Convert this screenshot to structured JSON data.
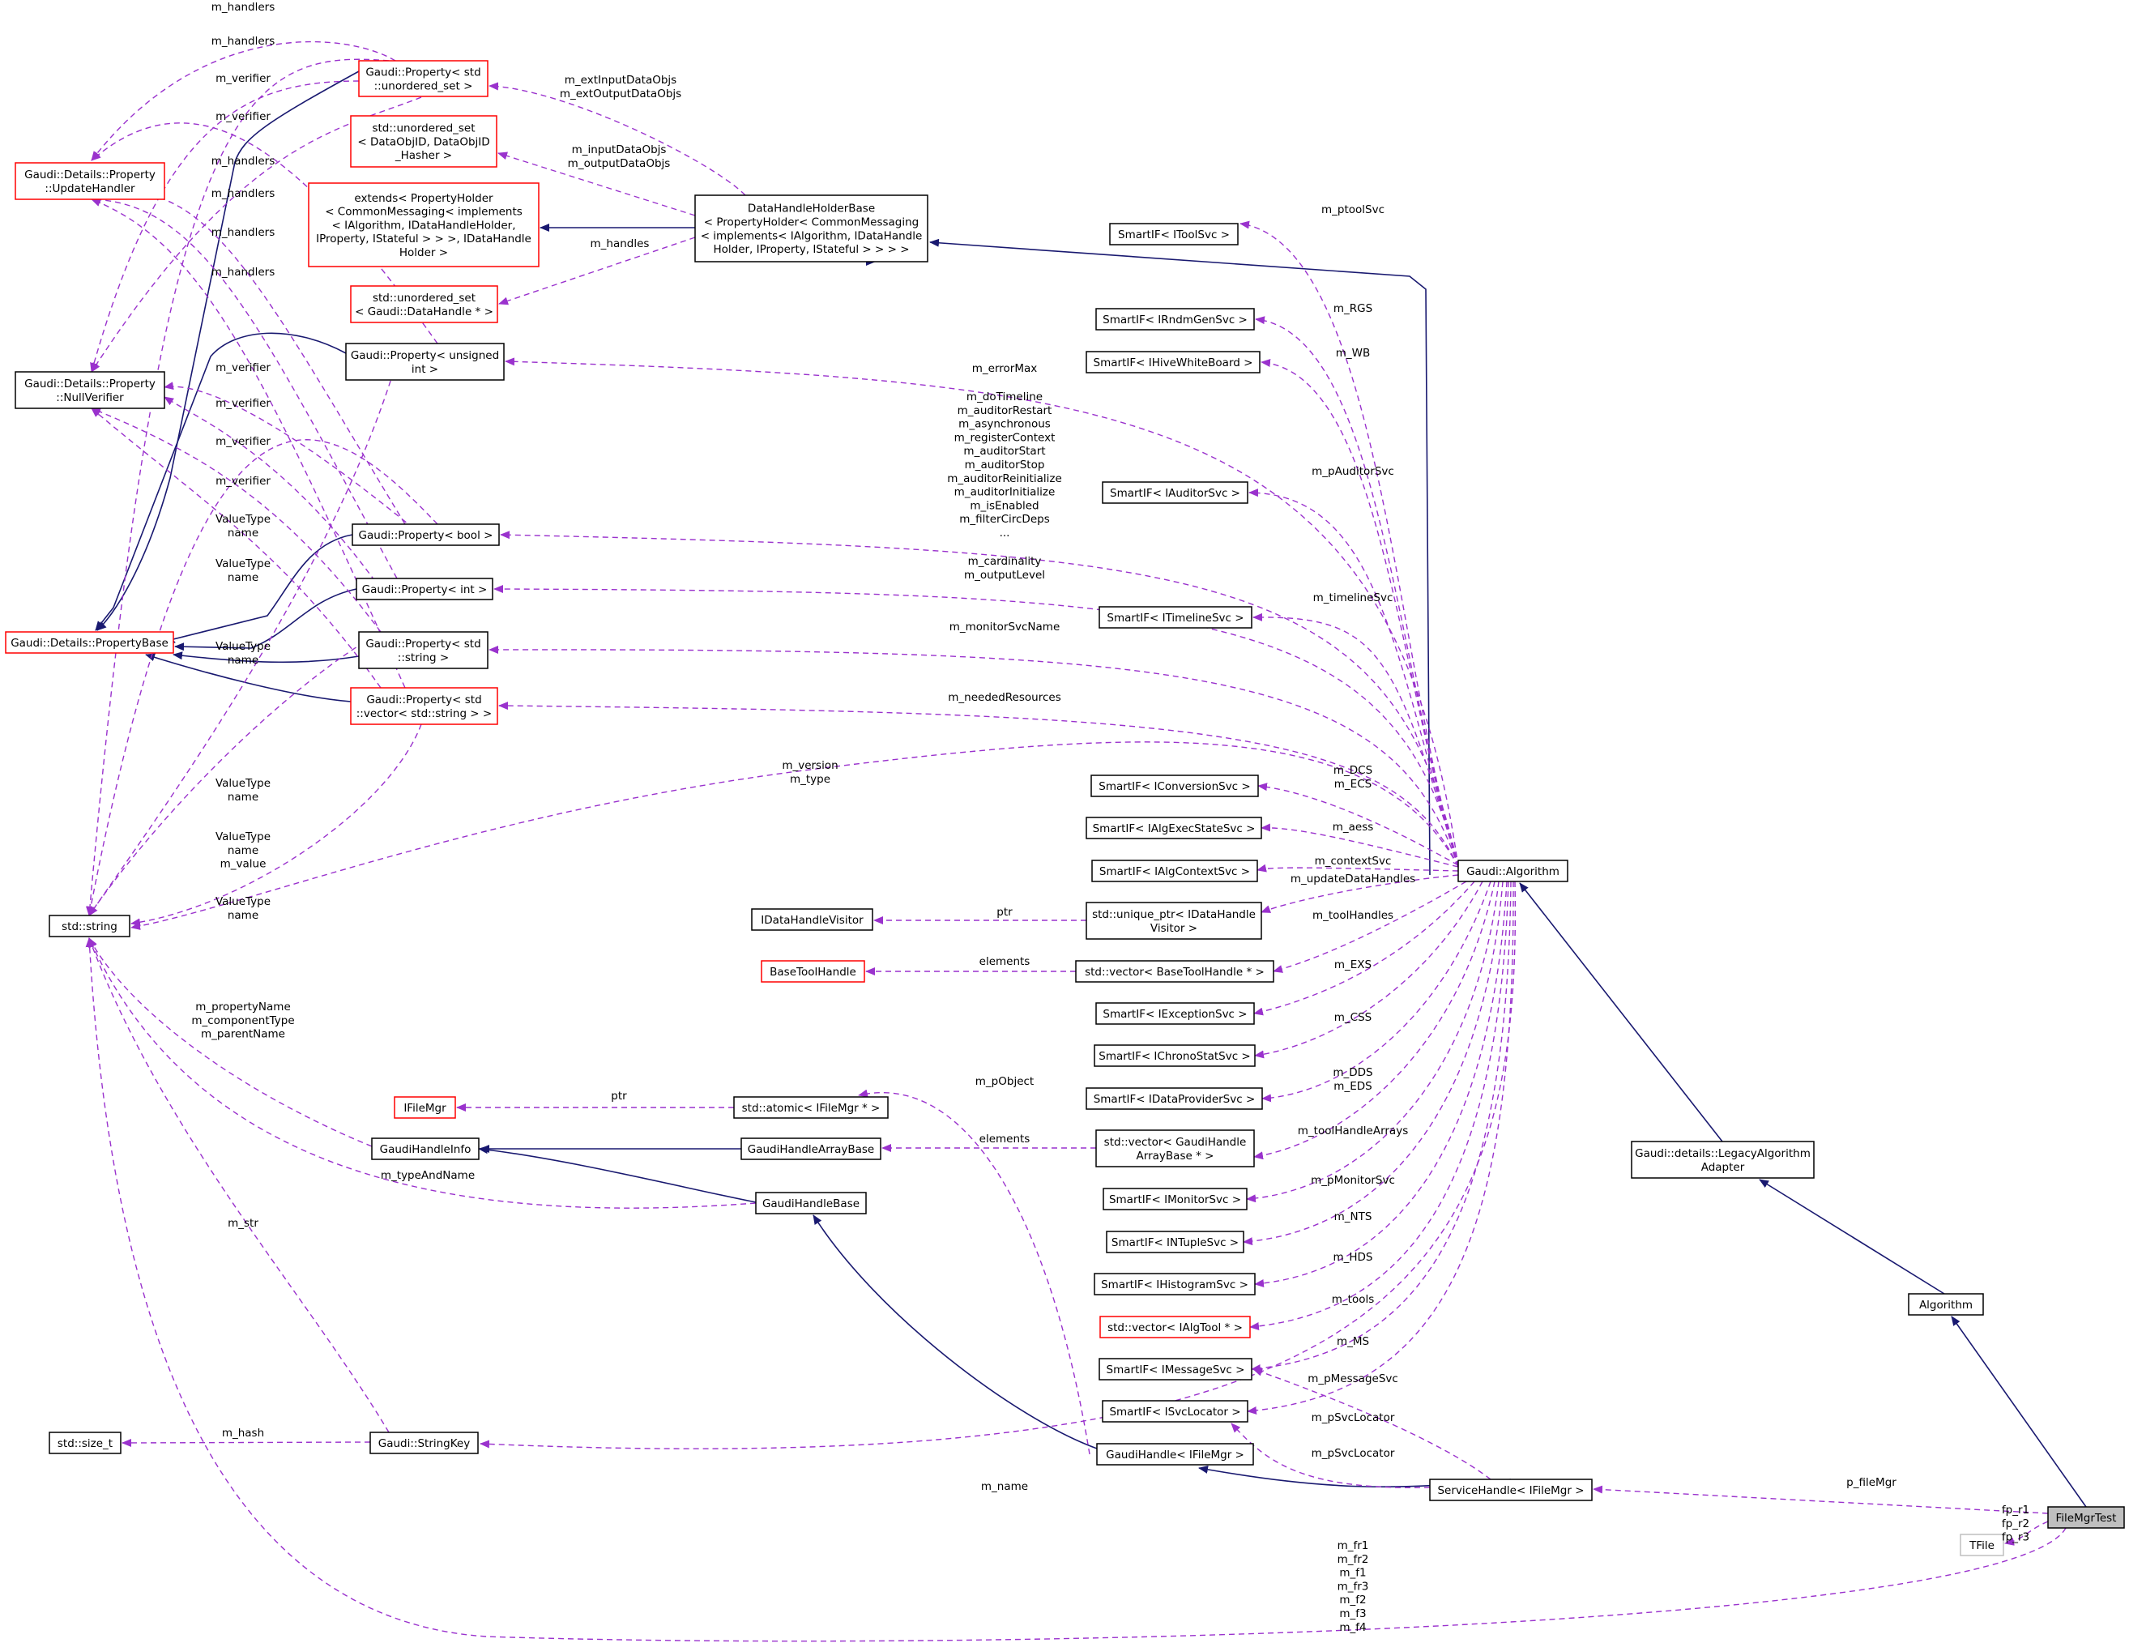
{
  "title": "FileMgrTest collaboration graph",
  "colors": {
    "inherit_edge": "#191970",
    "member_edge": "#9a32cd",
    "box_black": "#000000",
    "box_red": "#ff0000",
    "box_gray": "#bfbfbf",
    "box_fill": "#ffffff",
    "highlight_fill": "#bfbfbf"
  },
  "nodes": {
    "update_handler": {
      "lines": [
        "Gaudi::Details::Property",
        "::UpdateHandler"
      ],
      "border": "red"
    },
    "null_verifier": {
      "lines": [
        "Gaudi::Details::Property",
        "::NullVerifier"
      ],
      "border": "black"
    },
    "property_base": {
      "lines": [
        "Gaudi::Details::PropertyBase"
      ],
      "border": "red"
    },
    "std_string": {
      "lines": [
        "std::string"
      ],
      "border": "black"
    },
    "std_size_t": {
      "lines": [
        "std::size_t"
      ],
      "border": "black"
    },
    "prop_unordered_set": {
      "lines": [
        "Gaudi::Property< std",
        "::unordered_set >"
      ],
      "border": "red"
    },
    "unordered_set_dataobj": {
      "lines": [
        "std::unordered_set",
        "< DataObjID, DataObjID",
        "_Hasher >"
      ],
      "border": "red"
    },
    "extends_propholder": {
      "lines": [
        "extends< PropertyHolder",
        "< CommonMessaging< implements",
        "< IAlgorithm, IDataHandleHolder,",
        " IProperty, IStateful > > >, IDataHandle",
        "Holder >"
      ],
      "border": "red"
    },
    "unordered_set_datahandle": {
      "lines": [
        "std::unordered_set",
        "< Gaudi::DataHandle * >"
      ],
      "border": "red"
    },
    "prop_unsigned": {
      "lines": [
        "Gaudi::Property< unsigned",
        " int >"
      ],
      "border": "black"
    },
    "prop_bool": {
      "lines": [
        "Gaudi::Property< bool >"
      ],
      "border": "black"
    },
    "prop_int": {
      "lines": [
        "Gaudi::Property< int >"
      ],
      "border": "black"
    },
    "prop_string": {
      "lines": [
        "Gaudi::Property< std",
        "::string >"
      ],
      "border": "black"
    },
    "prop_vector_string": {
      "lines": [
        "Gaudi::Property< std",
        "::vector< std::string > >"
      ],
      "border": "red"
    },
    "datahandle_holder_base": {
      "lines": [
        "DataHandleHolderBase",
        "< PropertyHolder< CommonMessaging",
        "< implements< IAlgorithm, IDataHandle",
        "Holder, IProperty, IStateful > > > >"
      ],
      "border": "black"
    },
    "idatahandle_visitor": {
      "lines": [
        "IDataHandleVisitor"
      ],
      "border": "black"
    },
    "base_tool_handle": {
      "lines": [
        "BaseToolHandle"
      ],
      "border": "red"
    },
    "ifilemgr": {
      "lines": [
        "IFileMgr"
      ],
      "border": "red"
    },
    "gaudi_handle_info": {
      "lines": [
        "GaudiHandleInfo"
      ],
      "border": "black"
    },
    "gaudi_handle_array_base": {
      "lines": [
        "GaudiHandleArrayBase"
      ],
      "border": "black"
    },
    "gaudi_handle_base": {
      "lines": [
        "GaudiHandleBase"
      ],
      "border": "black"
    },
    "gaudi_stringkey": {
      "lines": [
        "Gaudi::StringKey"
      ],
      "border": "black"
    },
    "atomic_ifilemgr": {
      "lines": [
        "std::atomic< IFileMgr * >"
      ],
      "border": "black"
    },
    "smartif_itoolsvc": {
      "lines": [
        "SmartIF< IToolSvc >"
      ],
      "border": "black"
    },
    "smartif_irndmgensvc": {
      "lines": [
        "SmartIF< IRndmGenSvc >"
      ],
      "border": "black"
    },
    "smartif_ihivewhiteboard": {
      "lines": [
        "SmartIF< IHiveWhiteBoard >"
      ],
      "border": "black"
    },
    "smartif_iauditorsvc": {
      "lines": [
        "SmartIF< IAuditorSvc >"
      ],
      "border": "black"
    },
    "smartif_itimelinesvc": {
      "lines": [
        "SmartIF< ITimelineSvc >"
      ],
      "border": "black"
    },
    "smartif_iconversionsvc": {
      "lines": [
        "SmartIF< IConversionSvc >"
      ],
      "border": "black"
    },
    "smartif_ialgexecstatesvc": {
      "lines": [
        "SmartIF< IAlgExecStateSvc >"
      ],
      "border": "black"
    },
    "smartif_ialgcontextsvc": {
      "lines": [
        "SmartIF< IAlgContextSvc >"
      ],
      "border": "black"
    },
    "unique_ptr_visitor": {
      "lines": [
        "std::unique_ptr< IDataHandle",
        "Visitor >"
      ],
      "border": "black"
    },
    "vector_basetoolhandle": {
      "lines": [
        "std::vector< BaseToolHandle * >"
      ],
      "border": "black"
    },
    "smartif_iexceptionsvc": {
      "lines": [
        "SmartIF< IExceptionSvc >"
      ],
      "border": "black"
    },
    "smartif_ichronostatsvc": {
      "lines": [
        "SmartIF< IChronoStatSvc >"
      ],
      "border": "black"
    },
    "smartif_idataprovidersvc": {
      "lines": [
        "SmartIF< IDataProviderSvc >"
      ],
      "border": "black"
    },
    "vector_gaudihandlearraybase": {
      "lines": [
        "std::vector< GaudiHandle",
        "ArrayBase * >"
      ],
      "border": "black"
    },
    "smartif_imonitorsvc": {
      "lines": [
        "SmartIF< IMonitorSvc >"
      ],
      "border": "black"
    },
    "smartif_intuplesvc": {
      "lines": [
        "SmartIF< INTupleSvc >"
      ],
      "border": "black"
    },
    "smartif_ihistogramsvc": {
      "lines": [
        "SmartIF< IHistogramSvc >"
      ],
      "border": "black"
    },
    "vector_ialgtool": {
      "lines": [
        "std::vector< IAlgTool * >"
      ],
      "border": "red"
    },
    "smartif_imessagesvc": {
      "lines": [
        "SmartIF< IMessageSvc >"
      ],
      "border": "black"
    },
    "smartif_isvclocator": {
      "lines": [
        "SmartIF< ISvcLocator >"
      ],
      "border": "black"
    },
    "gaudihandle_ifilemgr": {
      "lines": [
        "GaudiHandle< IFileMgr >"
      ],
      "border": "black"
    },
    "servicehandle_ifilemgr": {
      "lines": [
        "ServiceHandle< IFileMgr >"
      ],
      "border": "black"
    },
    "gaudi_algorithm": {
      "lines": [
        "Gaudi::Algorithm"
      ],
      "border": "black"
    },
    "legacy_adapter": {
      "lines": [
        "Gaudi::details::LegacyAlgorithm",
        "Adapter"
      ],
      "border": "black"
    },
    "algorithm": {
      "lines": [
        "Algorithm"
      ],
      "border": "black"
    },
    "tfile": {
      "lines": [
        "TFile"
      ],
      "border": "gray"
    },
    "filemgrtest": {
      "lines": [
        "FileMgrTest"
      ],
      "border": "black",
      "highlight": true
    }
  },
  "edge_labels": {
    "m_handlers_1": [
      "m_handlers"
    ],
    "m_handlers_2": [
      "m_handlers"
    ],
    "m_verifier_1": [
      "m_verifier"
    ],
    "m_verifier_2": [
      "m_verifier"
    ],
    "m_handlers_3": [
      "m_handlers"
    ],
    "m_handlers_4": [
      "m_handlers"
    ],
    "m_handlers_5": [
      "m_handlers"
    ],
    "m_handlers_6": [
      "m_handlers"
    ],
    "m_verifier_3": [
      "m_verifier"
    ],
    "m_verifier_4": [
      "m_verifier"
    ],
    "m_verifier_5": [
      "m_verifier"
    ],
    "m_verifier_6": [
      "m_verifier"
    ],
    "valuetype_1": [
      "ValueType",
      "name"
    ],
    "valuetype_2": [
      "ValueType",
      "name"
    ],
    "valuetype_3": [
      "ValueType",
      "name"
    ],
    "valuetype_4": [
      "ValueType",
      "name"
    ],
    "valuetype_5": [
      "ValueType",
      "name",
      "m_value"
    ],
    "valuetype_6": [
      "ValueType",
      "name"
    ],
    "ext_data_objs": [
      "m_extInputDataObjs",
      "m_extOutputDataObjs"
    ],
    "data_objs": [
      "m_inputDataObjs",
      "m_outputDataObjs"
    ],
    "m_handles": [
      "m_handles"
    ],
    "m_ptoolsvc": [
      "m_ptoolSvc"
    ],
    "m_rgs": [
      "m_RGS"
    ],
    "m_wb": [
      "m_WB"
    ],
    "m_errormax": [
      "m_errorMax"
    ],
    "bool_members": [
      "m_doTimeline",
      "m_auditorRestart",
      "m_asynchronous",
      "m_registerContext",
      "m_auditorStart",
      "m_auditorStop",
      "m_auditorReinitialize",
      "m_auditorInitialize",
      "m_isEnabled",
      "m_filterCircDeps",
      "..."
    ],
    "m_pauditorsvc": [
      "m_pAuditorSvc"
    ],
    "int_members": [
      "m_cardinality",
      "m_outputLevel"
    ],
    "m_timelinesvc": [
      "m_timelineSvc"
    ],
    "m_monitorsvcname": [
      "m_monitorSvcName"
    ],
    "m_neededresources": [
      "m_neededResources"
    ],
    "version_type": [
      "m_version",
      "m_type"
    ],
    "m_dcs_ecs": [
      "m_DCS",
      "m_ECS"
    ],
    "m_aess": [
      "m_aess"
    ],
    "m_contextsvc": [
      "m_contextSvc"
    ],
    "m_updatedatahandles": [
      "m_updateDataHandles"
    ],
    "ptr_visitor": [
      "ptr"
    ],
    "m_toolhandles": [
      "m_toolHandles"
    ],
    "elements_toolhandle": [
      "elements"
    ],
    "m_exs": [
      "m_EXS"
    ],
    "m_css": [
      "m_CSS"
    ],
    "component_names": [
      "m_propertyName",
      "m_componentType",
      "m_parentName"
    ],
    "m_pobject": [
      "m_pObject"
    ],
    "ptr_ifilemgr": [
      "ptr"
    ],
    "m_dds_eds": [
      "m_DDS",
      "m_EDS"
    ],
    "elements_array": [
      "elements"
    ],
    "m_toolhandlearrays": [
      "m_toolHandleArrays"
    ],
    "m_typeandname": [
      "m_typeAndName"
    ],
    "m_pmonitorsvc": [
      "m_pMonitorSvc"
    ],
    "m_str": [
      "m_str"
    ],
    "m_nts": [
      "m_NTS"
    ],
    "m_hds": [
      "m_HDS"
    ],
    "m_tools": [
      "m_tools"
    ],
    "m_ms": [
      "m_MS"
    ],
    "m_pmessagesvc": [
      "m_pMessageSvc"
    ],
    "m_psvclocator_1": [
      "m_pSvcLocator"
    ],
    "m_hash": [
      "m_hash"
    ],
    "m_psvclocator_2": [
      "m_pSvcLocator"
    ],
    "m_name": [
      "m_name"
    ],
    "p_filemgr": [
      "p_fileMgr"
    ],
    "fp_members": [
      "fp_r1",
      "fp_r2",
      "fp_r3"
    ],
    "m_file_members": [
      "m_fr1",
      "m_fr2",
      "m_f1",
      "m_fr3",
      "m_f2",
      "m_f3",
      "m_f4"
    ]
  }
}
